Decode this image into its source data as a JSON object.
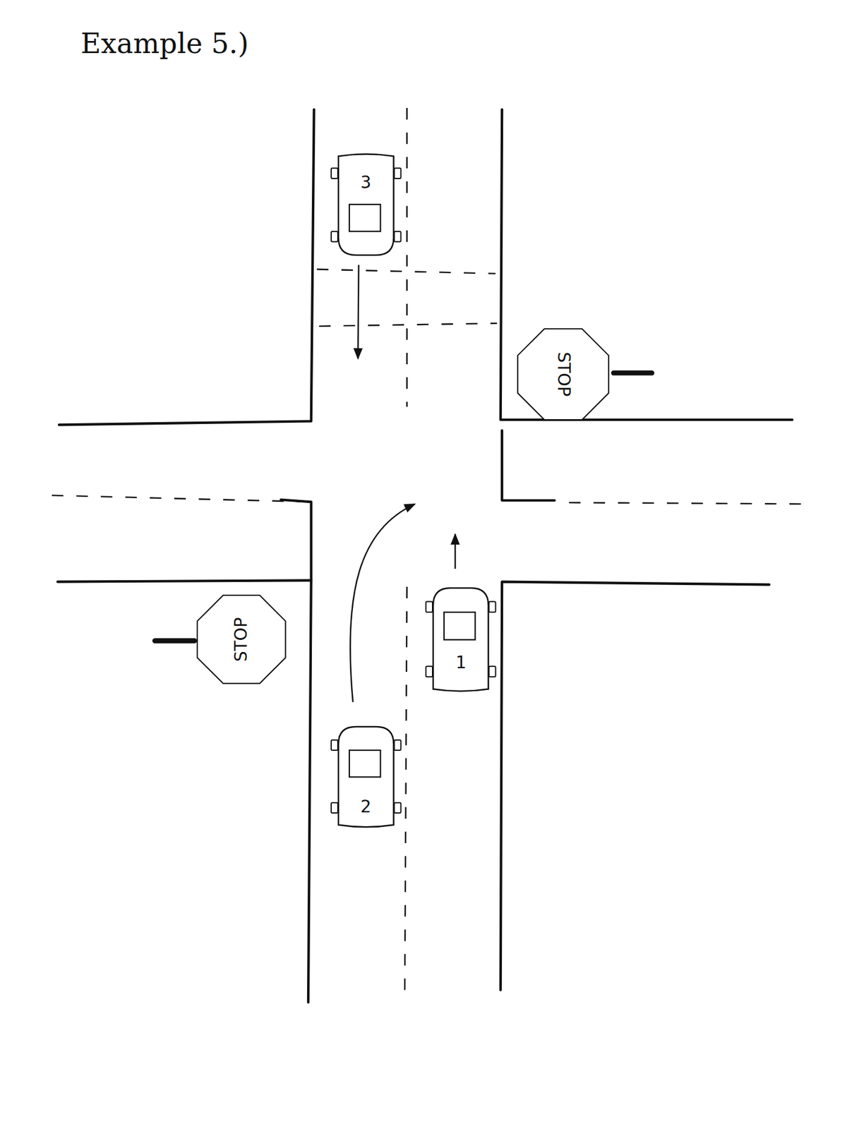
{
  "diagram": {
    "title": "Example 5.)",
    "nodes": [
      {
        "text": [
          "3"
        ]
      },
      {
        "text": [
          "STOP"
        ]
      },
      {
        "text": [
          "1"
        ]
      },
      {
        "text": [
          "STOP"
        ]
      },
      {
        "text": [
          "2"
        ]
      }
    ]
  }
}
